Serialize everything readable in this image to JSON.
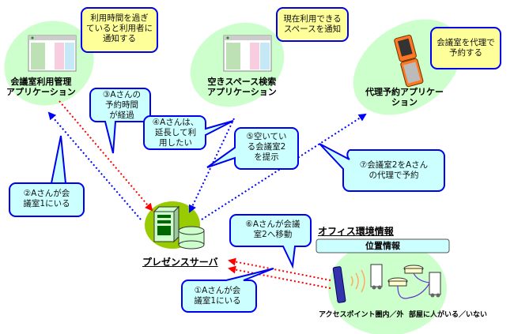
{
  "diagram": {
    "nodes": {
      "meeting_app": {
        "label_line1": "会議室利用管理",
        "label_line2": "アプリケーション"
      },
      "space_app": {
        "label_line1": "空きスペース検索",
        "label_line2": "アプリケーション"
      },
      "proxy_app": {
        "label_line1": "代理予約アプリケー",
        "label_line2": "ション"
      },
      "presence_server": {
        "label": "プレゼンスサーバ"
      },
      "office_env": {
        "title": "オフィス環境情報",
        "location_bar": "位置情報",
        "ap_caption": "アクセスポイント圏内／外",
        "room_caption": "部屋に人がいる／いない"
      }
    },
    "yellow_notes": [
      {
        "lines": [
          "利用時間を過ぎ",
          "ていると利用者に",
          "通知する"
        ]
      },
      {
        "lines": [
          "現在利用できる",
          "スペースを通知"
        ]
      },
      {
        "lines": [
          "会議室を代理で",
          "予約する"
        ]
      }
    ],
    "steps": [
      {
        "lines": [
          "①Aさんが会",
          "議室1にいる"
        ]
      },
      {
        "lines": [
          "②Aさんが会",
          "議室1にいる"
        ]
      },
      {
        "lines": [
          "③Aさんの",
          "予約時間",
          "が経過"
        ]
      },
      {
        "lines": [
          "④Aさんは、",
          "延長して利",
          "用したい"
        ]
      },
      {
        "lines": [
          "⑤空いてい",
          "る会議室2",
          "を提示"
        ]
      },
      {
        "lines": [
          "⑥Aさんが会議",
          "室2へ移動"
        ]
      },
      {
        "lines": [
          "⑦会議室2をAさん",
          "の代理で予約"
        ]
      }
    ],
    "colors": {
      "ellipse": "#ccffcc",
      "yellow_note": "#ffff99",
      "step_callout": "#ccffff",
      "callout_border": "#0000ee",
      "blue_arrow": "#0000ff",
      "red_arrow": "#ff0000",
      "server_bg": "#99cc00"
    }
  }
}
